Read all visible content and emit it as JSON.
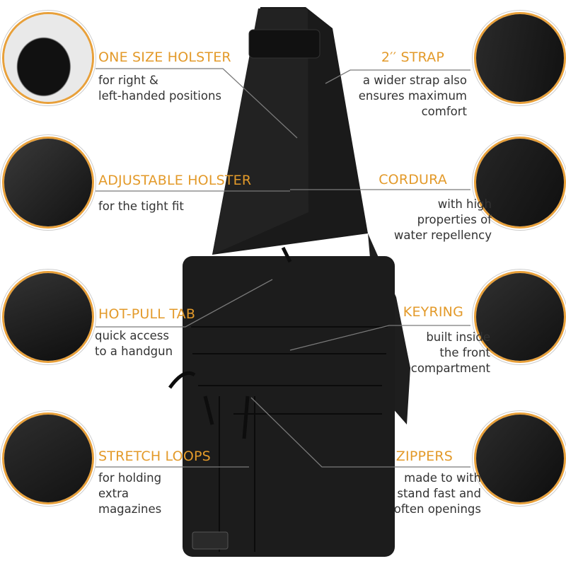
{
  "callouts": {
    "one_size_holster": {
      "title": "ONE SIZE HOLSTER",
      "desc": [
        "for right &",
        "left-handed positions"
      ]
    },
    "adjustable_holster": {
      "title": "ADJUSTABLE HOLSTER",
      "desc": [
        "for the tight fit"
      ]
    },
    "hot_pull_tab": {
      "title": "HOT-PULL TAB",
      "desc": [
        "quick access",
        "to a handgun"
      ]
    },
    "stretch_loops": {
      "title": "STRETCH LOOPS",
      "desc": [
        "for holding",
        "extra",
        "magazines"
      ]
    },
    "strap": {
      "title": "2′′ STRAP",
      "desc": [
        "a wider strap also",
        "ensures maximum",
        "comfort"
      ]
    },
    "cordura": {
      "title": "CORDURA",
      "desc": [
        "with high",
        "properties of",
        "water repellency"
      ]
    },
    "keyring": {
      "title": "KEYRING",
      "desc": [
        "built inside",
        "the front",
        "compartment"
      ]
    },
    "zippers": {
      "title": "ZIPPERS",
      "desc": [
        "made to with",
        "stand fast and",
        "often openings"
      ]
    }
  },
  "colors": {
    "accent": "#e39a2a",
    "bag": "#1c1c1c",
    "line": "#7a7a7a"
  }
}
